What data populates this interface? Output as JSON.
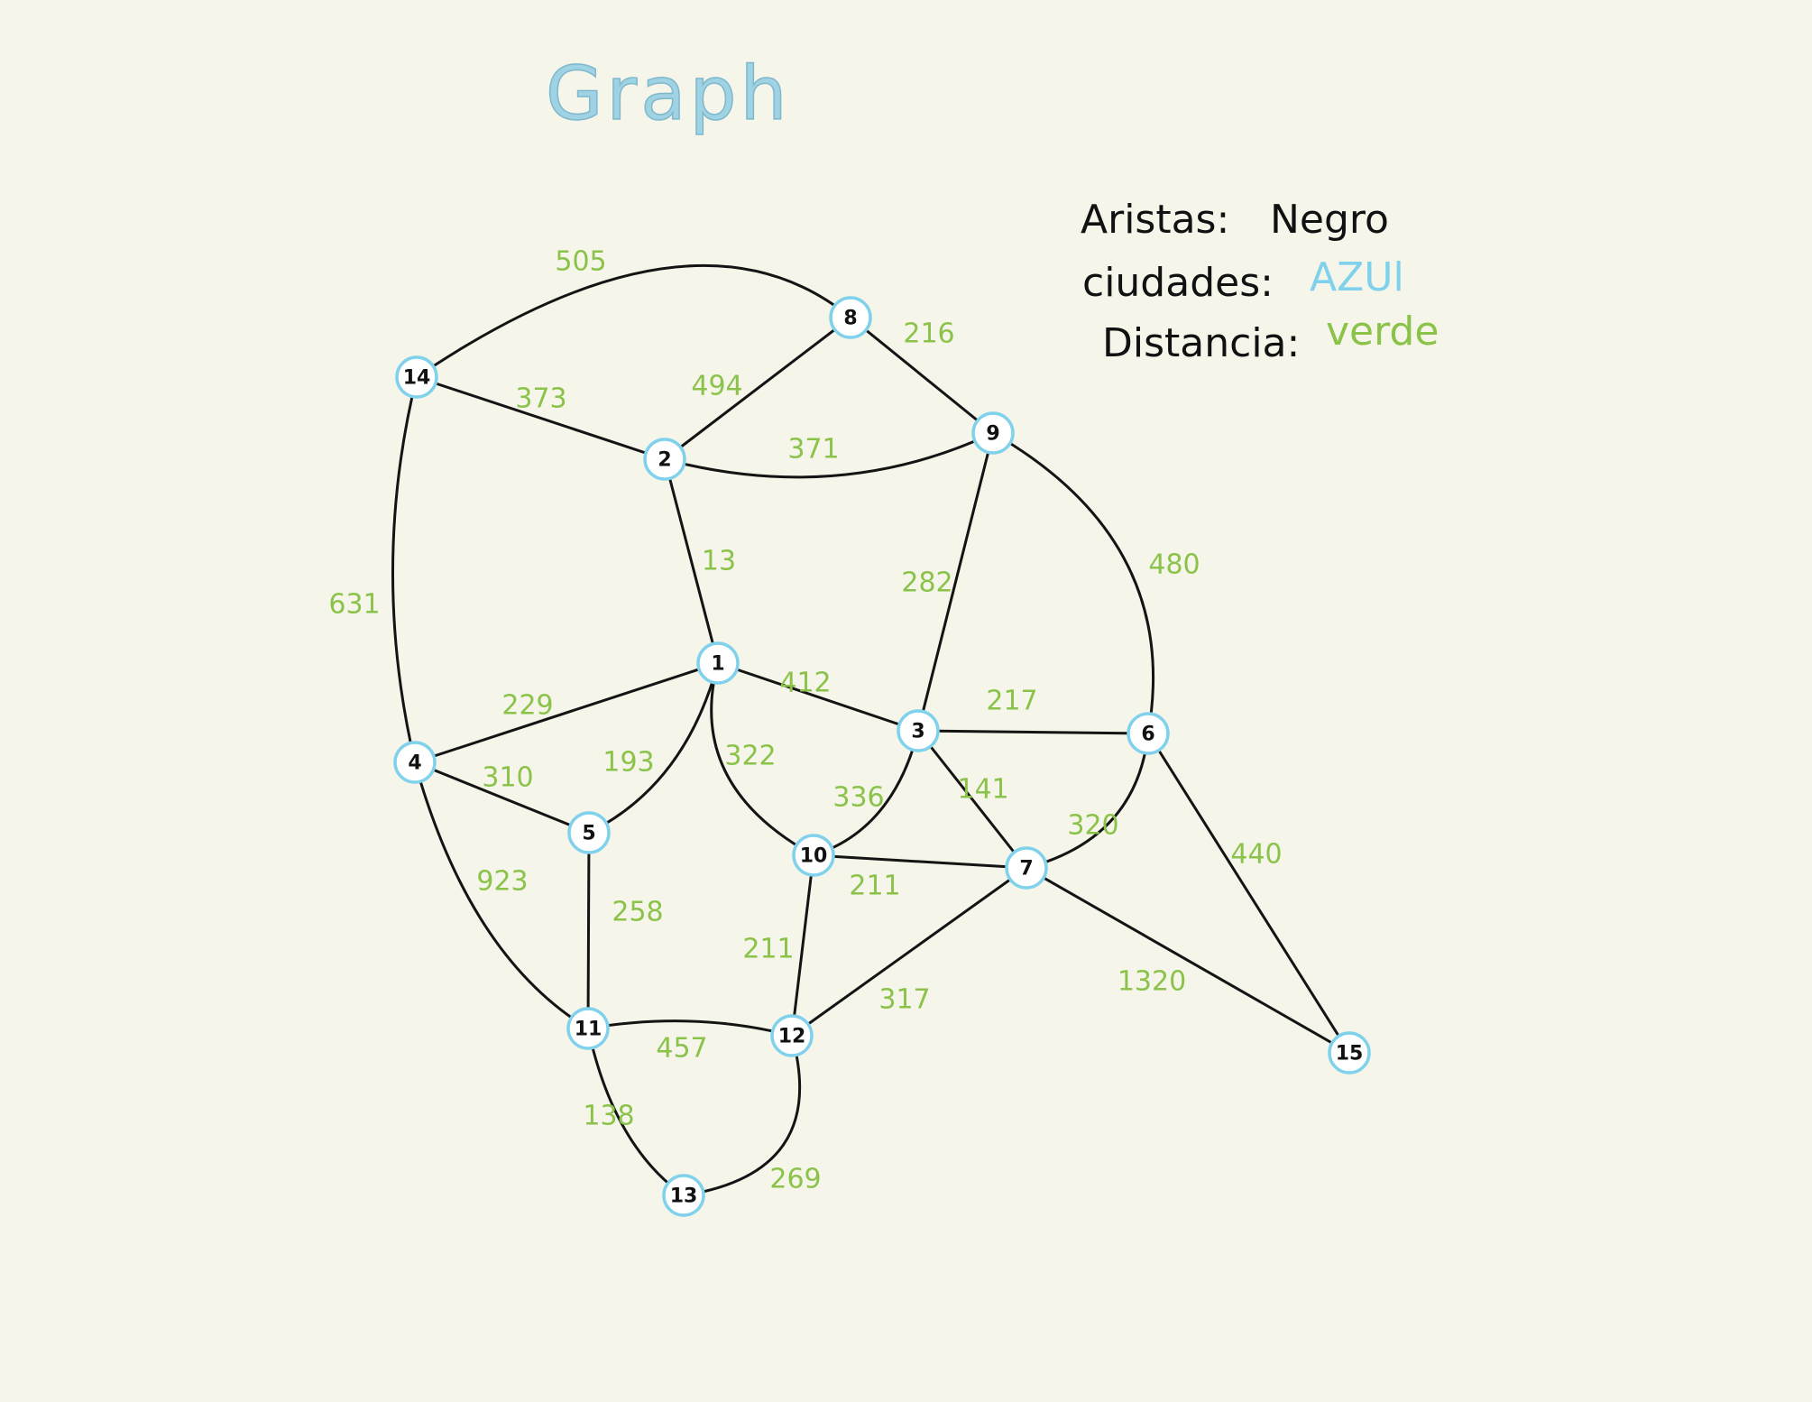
{
  "title": "Graph",
  "legend": [
    {
      "key": "Aristas:",
      "value": "Negro",
      "color": "#111111"
    },
    {
      "key": "ciudades:",
      "value": "AZUl",
      "color": "#7fd1ec"
    },
    {
      "key": "Distancia:",
      "value": "verde",
      "color": "#8bc34a"
    }
  ],
  "colors": {
    "edges": "#141414",
    "nodes": "#7fd1ec",
    "distances": "#8bc34a",
    "background": "#f5f5ea"
  },
  "nodes": [
    "1",
    "2",
    "3",
    "4",
    "5",
    "6",
    "7",
    "8",
    "9",
    "10",
    "11",
    "12",
    "13",
    "14",
    "15"
  ],
  "edges": [
    {
      "from": "14",
      "to": "8",
      "distance": "505"
    },
    {
      "from": "14",
      "to": "2",
      "distance": "373"
    },
    {
      "from": "14",
      "to": "4",
      "distance": "631"
    },
    {
      "from": "8",
      "to": "2",
      "distance": "494"
    },
    {
      "from": "8",
      "to": "9",
      "distance": "216"
    },
    {
      "from": "2",
      "to": "9",
      "distance": "371"
    },
    {
      "from": "2",
      "to": "1",
      "distance": "13"
    },
    {
      "from": "9",
      "to": "3",
      "distance": "282"
    },
    {
      "from": "9",
      "to": "6",
      "distance": "480"
    },
    {
      "from": "1",
      "to": "4",
      "distance": "229"
    },
    {
      "from": "1",
      "to": "3",
      "distance": "412"
    },
    {
      "from": "1",
      "to": "5",
      "distance": "193"
    },
    {
      "from": "1",
      "to": "10",
      "distance": "322"
    },
    {
      "from": "3",
      "to": "6",
      "distance": "217"
    },
    {
      "from": "3",
      "to": "10",
      "distance": "336"
    },
    {
      "from": "3",
      "to": "7",
      "distance": "141"
    },
    {
      "from": "4",
      "to": "5",
      "distance": "310"
    },
    {
      "from": "4",
      "to": "11",
      "distance": "923"
    },
    {
      "from": "5",
      "to": "11",
      "distance": "258"
    },
    {
      "from": "6",
      "to": "7",
      "distance": "320"
    },
    {
      "from": "6",
      "to": "15",
      "distance": "440"
    },
    {
      "from": "10",
      "to": "7",
      "distance": "211"
    },
    {
      "from": "10",
      "to": "12",
      "distance": "211"
    },
    {
      "from": "7",
      "to": "12",
      "distance": "317"
    },
    {
      "from": "7",
      "to": "15",
      "distance": "1320"
    },
    {
      "from": "11",
      "to": "12",
      "distance": "457"
    },
    {
      "from": "11",
      "to": "13",
      "distance": "138"
    },
    {
      "from": "12",
      "to": "13",
      "distance": "269"
    }
  ]
}
